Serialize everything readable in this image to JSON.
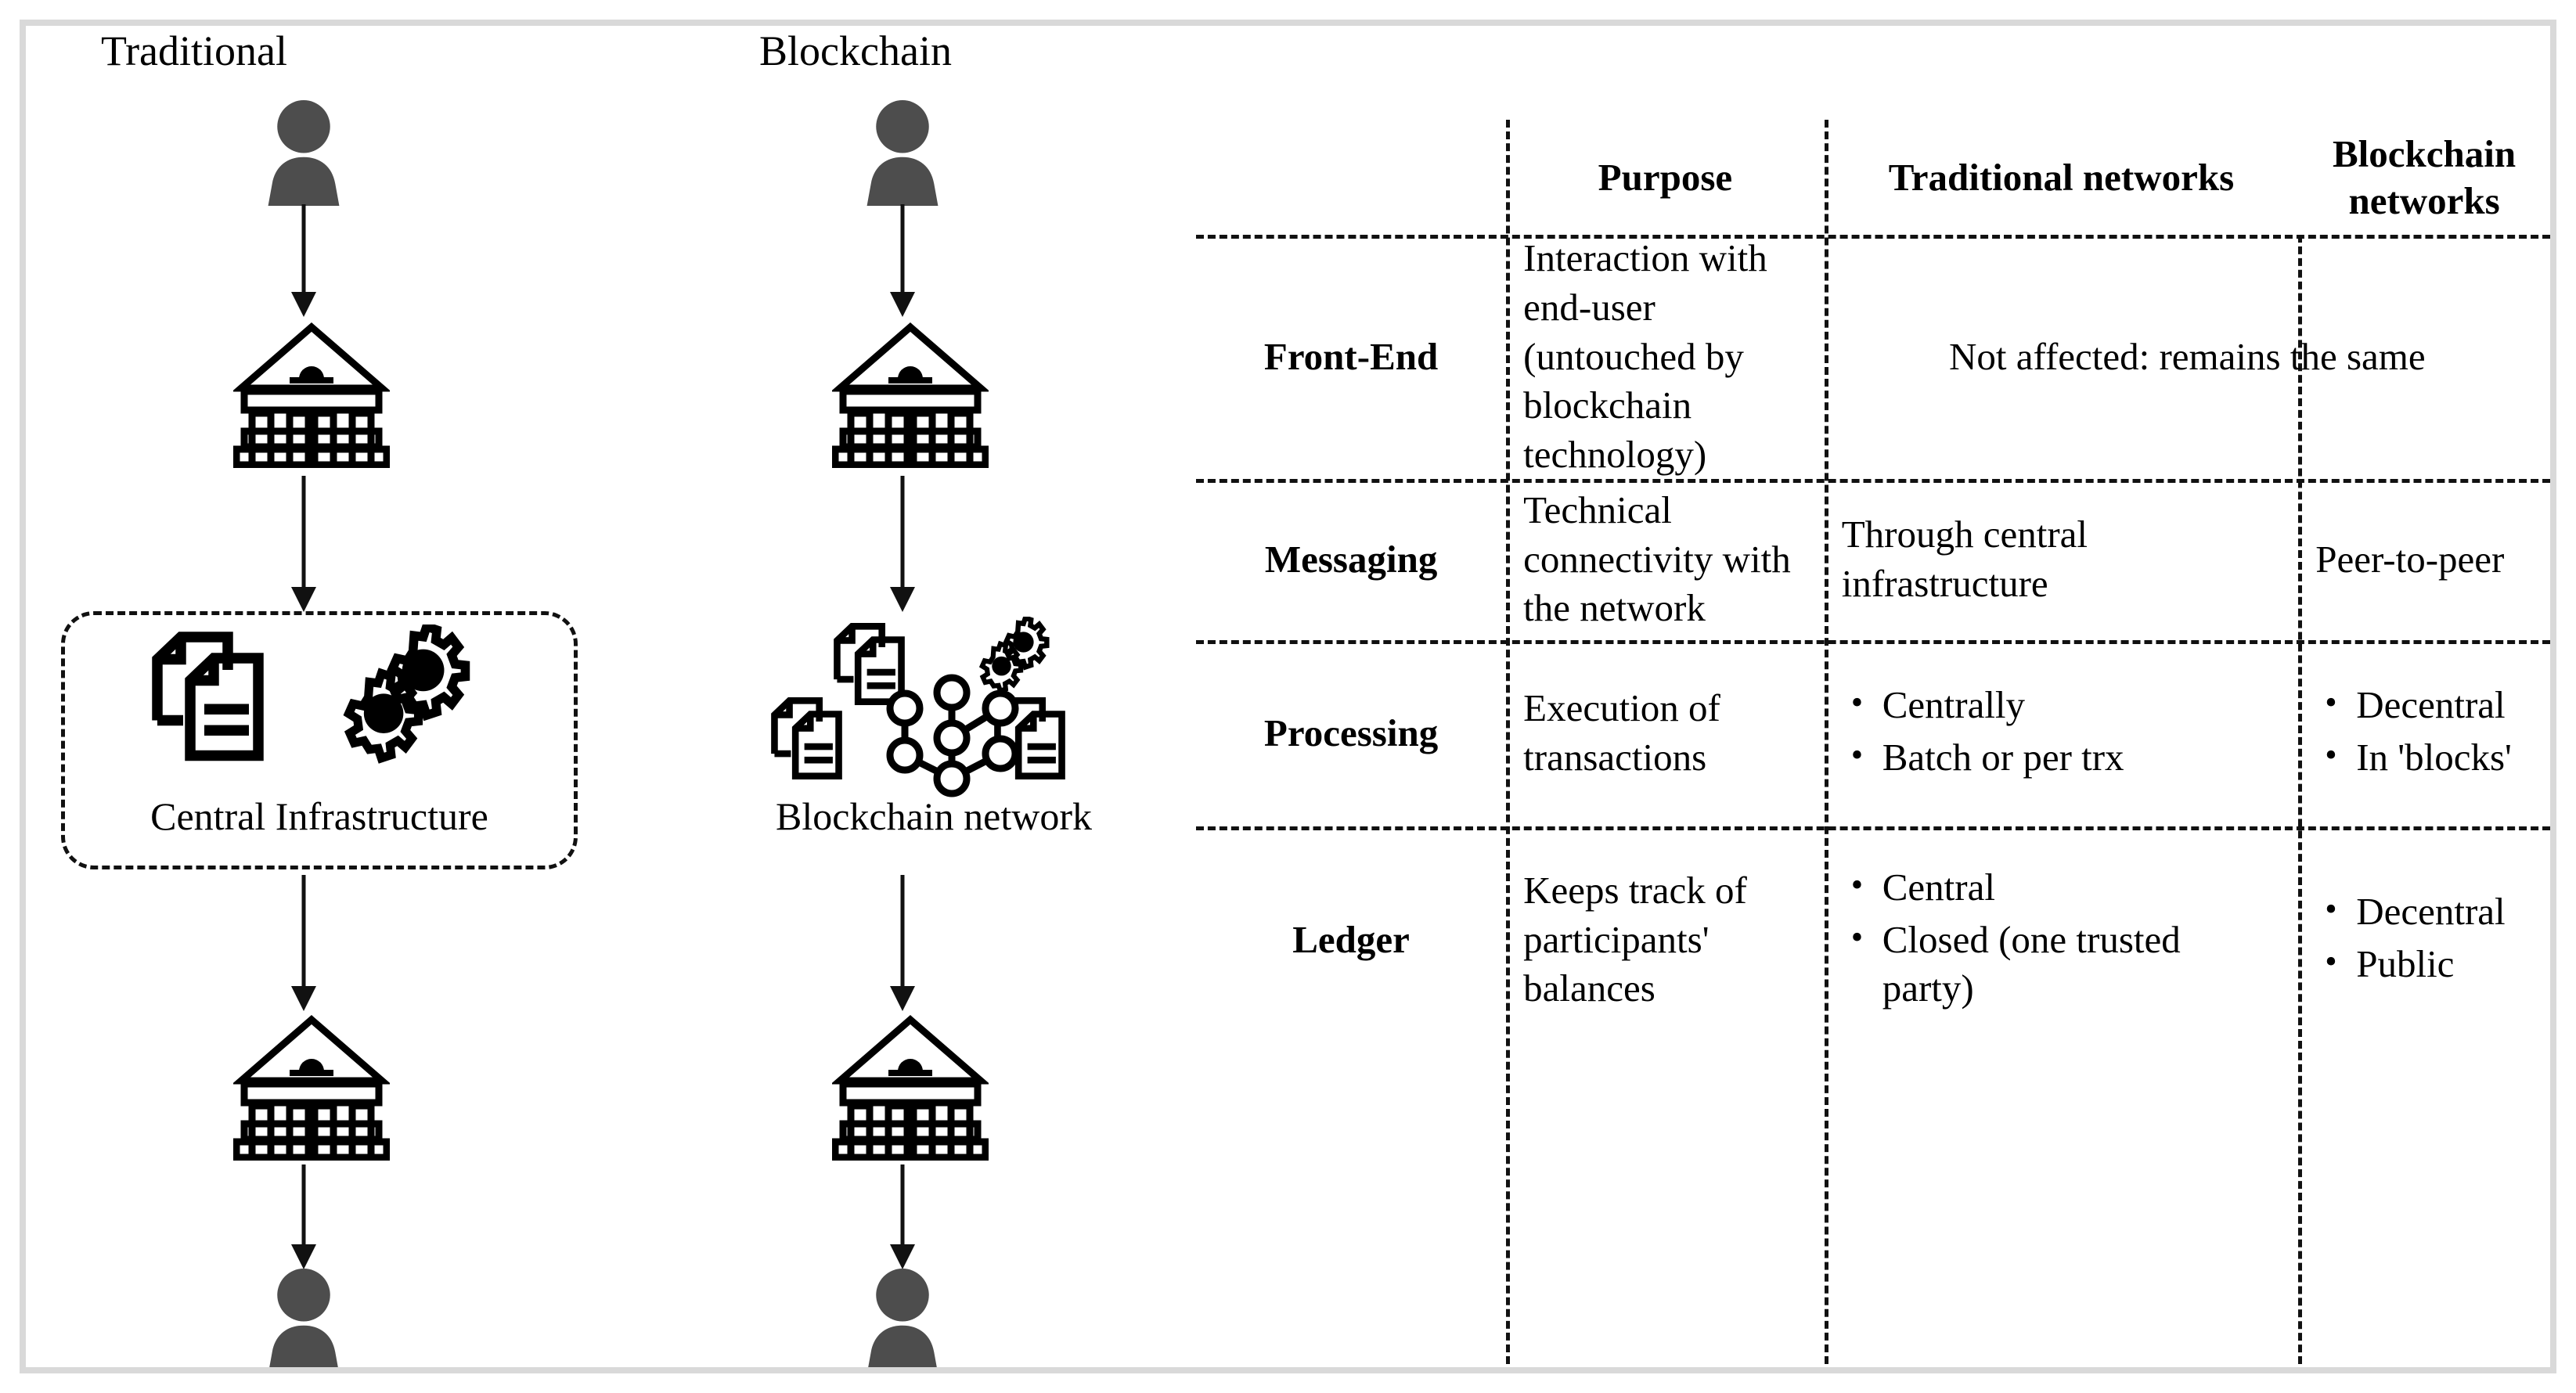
{
  "diagram": {
    "columns": [
      {
        "title": "Traditional",
        "middle_label": "Central Infrastructure",
        "icons": [
          "person-icon",
          "bank-icon",
          "documents-icon",
          "gears-icon",
          "bank-icon",
          "person-icon"
        ]
      },
      {
        "title": "Blockchain",
        "middle_label": "Blockchain network",
        "icons": [
          "person-icon",
          "bank-icon",
          "documents-icon",
          "gears-icon",
          "network-nodes-icon",
          "bank-icon",
          "person-icon"
        ]
      }
    ]
  },
  "table": {
    "headers": [
      "",
      "Purpose",
      "Traditional networks",
      "Blockchain networks"
    ],
    "rows": [
      {
        "layer": "Front-End",
        "purpose": "Interaction with end-user (untouched by blockchain technology)",
        "merged": "Not affected: remains the same",
        "traditional": null,
        "blockchain": null
      },
      {
        "layer": "Messaging",
        "purpose": "Technical connectivity with the network",
        "traditional": "Through central infrastructure",
        "blockchain": "Peer-to-peer"
      },
      {
        "layer": "Processing",
        "purpose": "Execution of transactions",
        "traditional_bullets": [
          "Centrally",
          "Batch or per trx"
        ],
        "blockchain_bullets": [
          "Decentral",
          "In 'blocks'"
        ]
      },
      {
        "layer": "Ledger",
        "purpose": "Keeps track of participants' balances",
        "traditional_bullets": [
          "Central",
          "Closed (one trusted party)"
        ],
        "blockchain_bullets": [
          "Decentral",
          "Public"
        ]
      }
    ]
  },
  "colors": {
    "frame_border": "#d9d9d9",
    "person_fill": "#4d4d4d",
    "line": "#111111",
    "background": "#ffffff"
  }
}
